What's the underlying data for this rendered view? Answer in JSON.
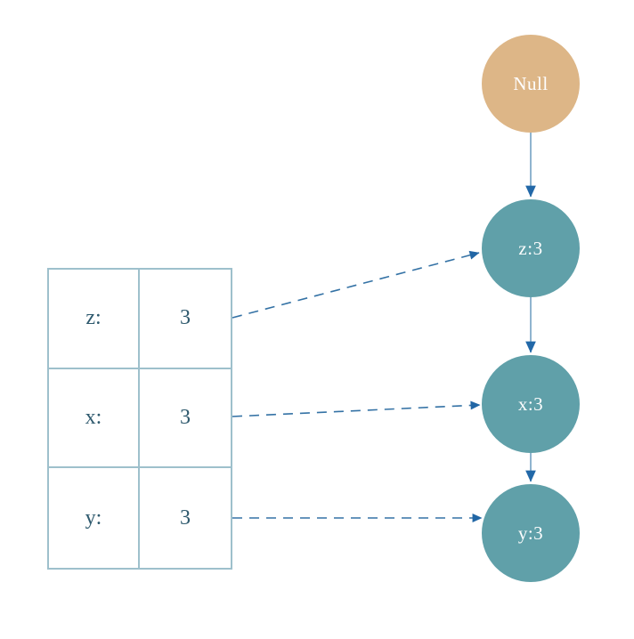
{
  "nodes": [
    {
      "id": "null",
      "label": "Null",
      "kind": "null-node",
      "fill": "#ddb687",
      "text_color": "#ffffff"
    },
    {
      "id": "z",
      "label": "z:3",
      "kind": "value-node",
      "fill": "#60a0a9",
      "text_color": "#ffffff"
    },
    {
      "id": "x",
      "label": "x:3",
      "kind": "value-node",
      "fill": "#60a0a9",
      "text_color": "#ffffff"
    },
    {
      "id": "y",
      "label": "y:3",
      "kind": "value-node",
      "fill": "#60a0a9",
      "text_color": "#ffffff"
    }
  ],
  "table": {
    "rows": [
      {
        "name": "z:",
        "value": "3"
      },
      {
        "name": "x:",
        "value": "3"
      },
      {
        "name": "y:",
        "value": "3"
      }
    ]
  },
  "edges": {
    "solid": [
      {
        "from": "null",
        "to": "z"
      },
      {
        "from": "z",
        "to": "x"
      },
      {
        "from": "x",
        "to": "y"
      }
    ],
    "dashed": [
      {
        "from": "table-row-z",
        "to": "z"
      },
      {
        "from": "table-row-x",
        "to": "x"
      },
      {
        "from": "table-row-y",
        "to": "y"
      }
    ]
  },
  "colors": {
    "background": "#ffffff",
    "null_node_fill": "#ddb687",
    "value_node_fill": "#60a0a9",
    "node_text": "#ffffff",
    "table_border": "#9ec0cc",
    "table_text": "#2f5a6e",
    "solid_edge": "#8fb4cf",
    "dashed_edge": "#3472a5",
    "arrowhead": "#2268a8"
  }
}
